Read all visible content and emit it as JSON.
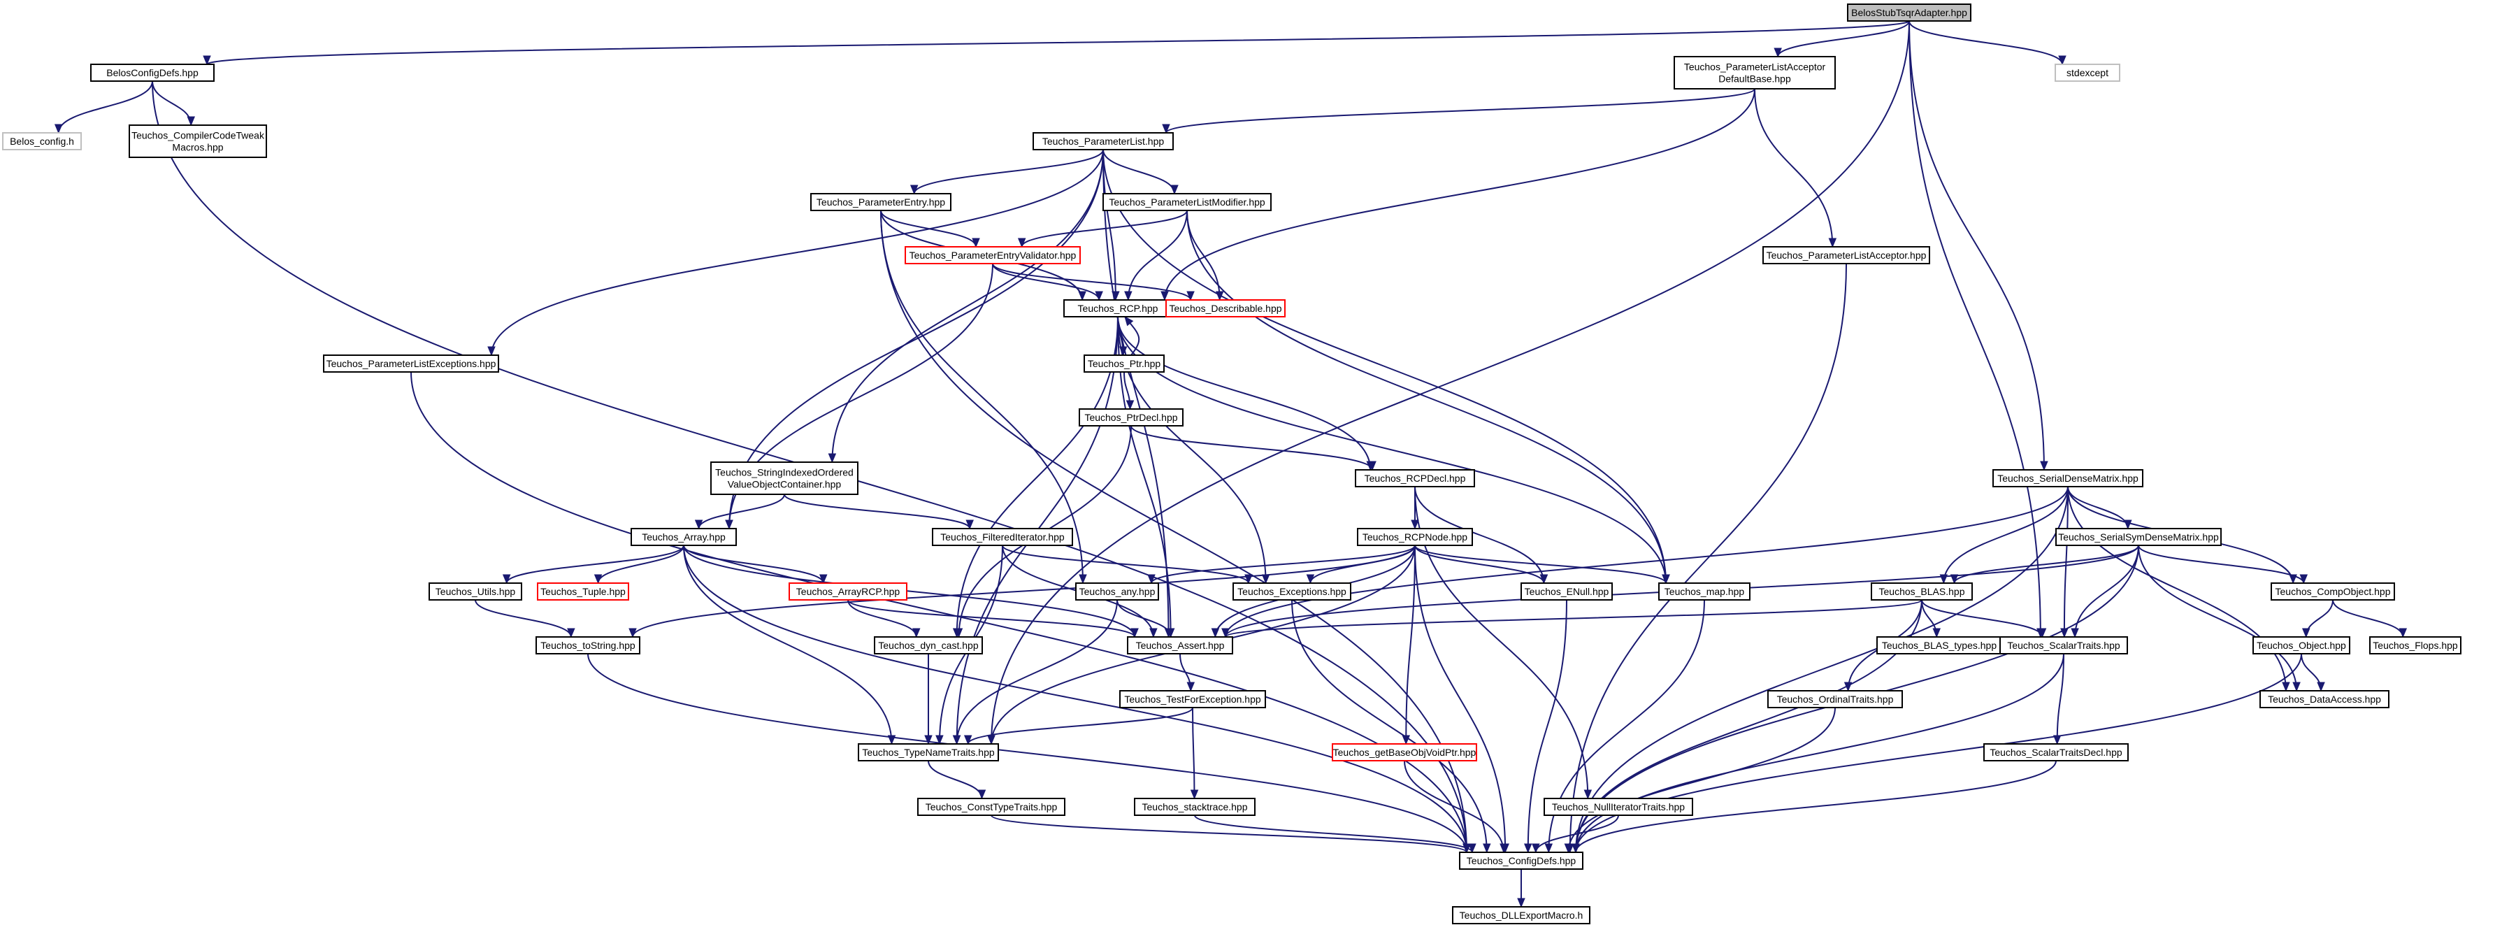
{
  "diagram": {
    "title": "",
    "nodes": [
      {
        "id": "root",
        "label": "BelosStubTsqrAdapter.hpp",
        "style": "root"
      },
      {
        "id": "belosConfigDefs",
        "label": "BelosConfigDefs.hpp"
      },
      {
        "id": "belosConfig",
        "label": "Belos_config.h",
        "style": "ext"
      },
      {
        "id": "compilerCodeTweak",
        "label": [
          "Teuchos_CompilerCodeTweak",
          "Macros.hpp"
        ]
      },
      {
        "id": "plAcceptorDefaultBase",
        "label": [
          "Teuchos_ParameterListAcceptor",
          "DefaultBase.hpp"
        ]
      },
      {
        "id": "stdexcept",
        "label": "stdexcept",
        "style": "ext"
      },
      {
        "id": "parameterList",
        "label": "Teuchos_ParameterList.hpp"
      },
      {
        "id": "parameterEntry",
        "label": "Teuchos_ParameterEntry.hpp"
      },
      {
        "id": "plModifier",
        "label": "Teuchos_ParameterListModifier.hpp"
      },
      {
        "id": "peValidator",
        "label": "Teuchos_ParameterEntryValidator.hpp",
        "style": "trunc"
      },
      {
        "id": "plAcceptor",
        "label": "Teuchos_ParameterListAcceptor.hpp"
      },
      {
        "id": "rcp",
        "label": "Teuchos_RCP.hpp"
      },
      {
        "id": "describable",
        "label": "Teuchos_Describable.hpp",
        "style": "trunc"
      },
      {
        "id": "plExceptions",
        "label": "Teuchos_ParameterListExceptions.hpp"
      },
      {
        "id": "ptr",
        "label": "Teuchos_Ptr.hpp"
      },
      {
        "id": "ptrDecl",
        "label": "Teuchos_PtrDecl.hpp"
      },
      {
        "id": "stringIndexed",
        "label": [
          "Teuchos_StringIndexedOrdered",
          "ValueObjectContainer.hpp"
        ]
      },
      {
        "id": "rcpDecl",
        "label": "Teuchos_RCPDecl.hpp"
      },
      {
        "id": "serialDenseMatrix",
        "label": "Teuchos_SerialDenseMatrix.hpp"
      },
      {
        "id": "array",
        "label": "Teuchos_Array.hpp"
      },
      {
        "id": "filteredIterator",
        "label": "Teuchos_FilteredIterator.hpp"
      },
      {
        "id": "rcpNode",
        "label": "Teuchos_RCPNode.hpp"
      },
      {
        "id": "serialSymDenseMatrix",
        "label": "Teuchos_SerialSymDenseMatrix.hpp"
      },
      {
        "id": "utils",
        "label": "Teuchos_Utils.hpp"
      },
      {
        "id": "tuple",
        "label": "Teuchos_Tuple.hpp",
        "style": "trunc"
      },
      {
        "id": "arrayRCP",
        "label": "Teuchos_ArrayRCP.hpp",
        "style": "trunc"
      },
      {
        "id": "any",
        "label": "Teuchos_any.hpp"
      },
      {
        "id": "exceptions",
        "label": "Teuchos_Exceptions.hpp"
      },
      {
        "id": "enull",
        "label": "Teuchos_ENull.hpp"
      },
      {
        "id": "map",
        "label": "Teuchos_map.hpp"
      },
      {
        "id": "blas",
        "label": "Teuchos_BLAS.hpp"
      },
      {
        "id": "compObject",
        "label": "Teuchos_CompObject.hpp"
      },
      {
        "id": "toString",
        "label": "Teuchos_toString.hpp"
      },
      {
        "id": "dynCast",
        "label": "Teuchos_dyn_cast.hpp"
      },
      {
        "id": "assert",
        "label": "Teuchos_Assert.hpp"
      },
      {
        "id": "blasTypes",
        "label": "Teuchos_BLAS_types.hpp"
      },
      {
        "id": "scalarTraits",
        "label": "Teuchos_ScalarTraits.hpp"
      },
      {
        "id": "object",
        "label": "Teuchos_Object.hpp"
      },
      {
        "id": "flops",
        "label": "Teuchos_Flops.hpp"
      },
      {
        "id": "testForException",
        "label": "Teuchos_TestForException.hpp"
      },
      {
        "id": "ordinalTraits",
        "label": "Teuchos_OrdinalTraits.hpp"
      },
      {
        "id": "dataAccess",
        "label": "Teuchos_DataAccess.hpp"
      },
      {
        "id": "typeNameTraits",
        "label": "Teuchos_TypeNameTraits.hpp"
      },
      {
        "id": "getBaseObjVoidPtr",
        "label": "Teuchos_getBaseObjVoidPtr.hpp",
        "style": "trunc"
      },
      {
        "id": "scalarTraitsDecl",
        "label": "Teuchos_ScalarTraitsDecl.hpp"
      },
      {
        "id": "constTypeTraits",
        "label": "Teuchos_ConstTypeTraits.hpp"
      },
      {
        "id": "stacktrace",
        "label": "Teuchos_stacktrace.hpp"
      },
      {
        "id": "nullIteratorTraits",
        "label": "Teuchos_NullIteratorTraits.hpp"
      },
      {
        "id": "configDefs",
        "label": "Teuchos_ConfigDefs.hpp"
      },
      {
        "id": "dllExport",
        "label": "Teuchos_DLLExportMacro.h"
      }
    ],
    "edges": [
      [
        "root",
        "belosConfigDefs"
      ],
      [
        "root",
        "plAcceptorDefaultBase"
      ],
      [
        "root",
        "stdexcept"
      ],
      [
        "root",
        "serialDenseMatrix"
      ],
      [
        "root",
        "scalarTraits"
      ],
      [
        "root",
        "typeNameTraits"
      ],
      [
        "belosConfigDefs",
        "belosConfig"
      ],
      [
        "belosConfigDefs",
        "compilerCodeTweak"
      ],
      [
        "belosConfigDefs",
        "configDefs"
      ],
      [
        "plAcceptorDefaultBase",
        "parameterList"
      ],
      [
        "plAcceptorDefaultBase",
        "plAcceptor"
      ],
      [
        "plAcceptorDefaultBase",
        "rcp"
      ],
      [
        "plAcceptor",
        "configDefs"
      ],
      [
        "parameterList",
        "parameterEntry"
      ],
      [
        "parameterList",
        "plModifier"
      ],
      [
        "parameterList",
        "rcp"
      ],
      [
        "parameterList",
        "plExceptions"
      ],
      [
        "parameterList",
        "stringIndexed"
      ],
      [
        "parameterList",
        "array"
      ],
      [
        "parameterList",
        "assert"
      ],
      [
        "parameterList",
        "map"
      ],
      [
        "parameterEntry",
        "peValidator"
      ],
      [
        "parameterEntry",
        "rcp"
      ],
      [
        "parameterEntry",
        "any"
      ],
      [
        "parameterEntry",
        "configDefs"
      ],
      [
        "plModifier",
        "peValidator"
      ],
      [
        "plModifier",
        "rcp"
      ],
      [
        "plModifier",
        "describable"
      ],
      [
        "plModifier",
        "map"
      ],
      [
        "peValidator",
        "rcp"
      ],
      [
        "peValidator",
        "describable"
      ],
      [
        "peValidator",
        "array"
      ],
      [
        "plExceptions",
        "configDefs"
      ],
      [
        "rcp",
        "ptr"
      ],
      [
        "rcp",
        "rcpDecl"
      ],
      [
        "rcp",
        "exceptions"
      ],
      [
        "rcp",
        "dynCast"
      ],
      [
        "rcp",
        "assert"
      ],
      [
        "rcp",
        "typeNameTraits"
      ],
      [
        "rcp",
        "map"
      ],
      [
        "ptr",
        "rcp"
      ],
      [
        "ptr",
        "ptrDecl"
      ],
      [
        "ptrDecl",
        "rcpDecl"
      ],
      [
        "ptrDecl",
        "dynCast"
      ],
      [
        "rcpDecl",
        "rcpNode"
      ],
      [
        "rcpDecl",
        "enull"
      ],
      [
        "rcpDecl",
        "nullIteratorTraits"
      ],
      [
        "stringIndexed",
        "array"
      ],
      [
        "stringIndexed",
        "filteredIterator"
      ],
      [
        "filteredIterator",
        "assert"
      ],
      [
        "filteredIterator",
        "exceptions"
      ],
      [
        "filteredIterator",
        "typeNameTraits"
      ],
      [
        "array",
        "utils"
      ],
      [
        "array",
        "tuple"
      ],
      [
        "array",
        "arrayRCP"
      ],
      [
        "array",
        "assert"
      ],
      [
        "array",
        "typeNameTraits"
      ],
      [
        "array",
        "configDefs"
      ],
      [
        "rcpNode",
        "any"
      ],
      [
        "rcpNode",
        "exceptions"
      ],
      [
        "rcpNode",
        "assert"
      ],
      [
        "rcpNode",
        "enull"
      ],
      [
        "rcpNode",
        "map"
      ],
      [
        "rcpNode",
        "toString"
      ],
      [
        "rcpNode",
        "getBaseObjVoidPtr"
      ],
      [
        "rcpNode",
        "typeNameTraits"
      ],
      [
        "rcpNode",
        "configDefs"
      ],
      [
        "utils",
        "toString"
      ],
      [
        "arrayRCP",
        "dynCast"
      ],
      [
        "arrayRCP",
        "assert"
      ],
      [
        "any",
        "assert"
      ],
      [
        "any",
        "typeNameTraits"
      ],
      [
        "exceptions",
        "configDefs"
      ],
      [
        "enull",
        "configDefs"
      ],
      [
        "map",
        "configDefs"
      ],
      [
        "toString",
        "configDefs"
      ],
      [
        "dynCast",
        "typeNameTraits"
      ],
      [
        "assert",
        "testForException"
      ],
      [
        "testForException",
        "typeNameTraits"
      ],
      [
        "testForException",
        "stacktrace"
      ],
      [
        "typeNameTraits",
        "constTypeTraits"
      ],
      [
        "constTypeTraits",
        "configDefs"
      ],
      [
        "stacktrace",
        "configDefs"
      ],
      [
        "getBaseObjVoidPtr",
        "configDefs"
      ],
      [
        "nullIteratorTraits",
        "configDefs"
      ],
      [
        "serialDenseMatrix",
        "serialSymDenseMatrix"
      ],
      [
        "serialDenseMatrix",
        "blas"
      ],
      [
        "serialDenseMatrix",
        "compObject"
      ],
      [
        "serialDenseMatrix",
        "scalarTraits"
      ],
      [
        "serialDenseMatrix",
        "dataAccess"
      ],
      [
        "serialDenseMatrix",
        "assert"
      ],
      [
        "serialDenseMatrix",
        "configDefs"
      ],
      [
        "serialSymDenseMatrix",
        "blas"
      ],
      [
        "serialSymDenseMatrix",
        "compObject"
      ],
      [
        "serialSymDenseMatrix",
        "scalarTraits"
      ],
      [
        "serialSymDenseMatrix",
        "dataAccess"
      ],
      [
        "serialSymDenseMatrix",
        "assert"
      ],
      [
        "serialSymDenseMatrix",
        "configDefs"
      ],
      [
        "blas",
        "blasTypes"
      ],
      [
        "blas",
        "scalarTraits"
      ],
      [
        "blas",
        "ordinalTraits"
      ],
      [
        "blas",
        "assert"
      ],
      [
        "blas",
        "configDefs"
      ],
      [
        "compObject",
        "object"
      ],
      [
        "compObject",
        "flops"
      ],
      [
        "object",
        "dataAccess"
      ],
      [
        "object",
        "configDefs"
      ],
      [
        "scalarTraits",
        "scalarTraitsDecl"
      ],
      [
        "scalarTraits",
        "configDefs"
      ],
      [
        "scalarTraitsDecl",
        "configDefs"
      ],
      [
        "ordinalTraits",
        "configDefs"
      ],
      [
        "configDefs",
        "dllExport"
      ]
    ]
  }
}
